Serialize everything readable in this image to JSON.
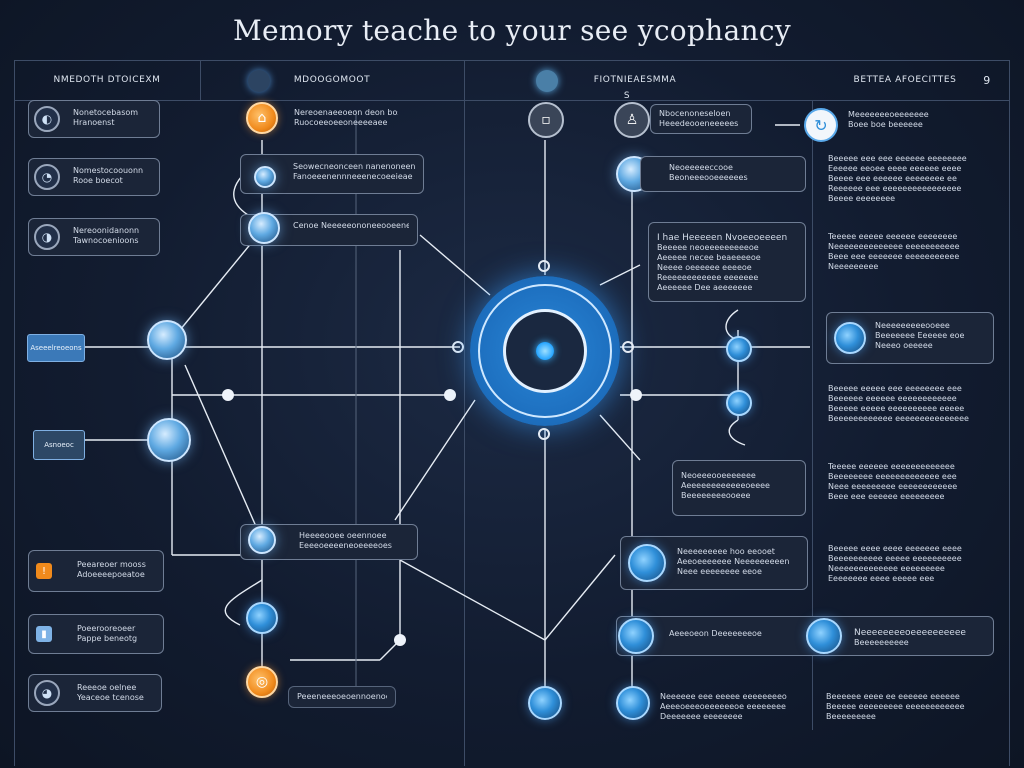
{
  "title": "Memory teache to your see ycophancy",
  "headers": {
    "col1": "NMEDOTH DTOICEXM",
    "col2": "MDOOGOMOOT",
    "col3": "FIOTNIEAESMMA",
    "col3_sub": "S",
    "col4": "BETTEA AFOECITTES",
    "col4_mark": "9"
  },
  "left_cards": [
    {
      "l1": "Nonetocebasom",
      "l2": "Hranoenst"
    },
    {
      "l1": "Nomestocoouonn",
      "l2": "Rooe boecot"
    },
    {
      "l1": "Nereoonidanonn",
      "l2": "Tawnocoenioons"
    }
  ],
  "left_badges": [
    "Aseeelreoeons",
    "Asnoeoc"
  ],
  "left_bottom_cards": [
    {
      "l1": "Peeareoer mooss",
      "l2": "Adoeeeepoeatoe"
    },
    {
      "l1": "Poeerooreoeer",
      "l2": "Pappe beneotg"
    },
    {
      "l1": "Reeeoe oelnee",
      "l2": "Yeaceoe tcenose"
    }
  ],
  "col2_cards": [
    {
      "l1": "Nereoenaeeoeon deon  bos",
      "l2": "Ruocoeeoeeoneeeeaee"
    },
    {
      "l1": "Seowecneonceen nanenoneene",
      "l2": "Fanoeeenennneeenecoeeieae"
    },
    {
      "l1": "Cenoe  Neeeeeononeeooeene",
      "l2": ""
    },
    {
      "l1": "Heeeeooee oeennoee",
      "l2": "Eeeeoeeeeneoeeeeoes"
    },
    {
      "l1": "Peeeneeeoeoennoenoe",
      "l2": ""
    }
  ],
  "col3_cards": [
    {
      "l1": "Nbocenoneseloen",
      "l2": "Heeedeooeneeeees"
    },
    {
      "l1": "Neoeeeeeccooe",
      "l2": "Beoneeeooeeeeees"
    },
    {
      "l1": "I hae Heeeeen Nvoeeoeeeen",
      "l2": "Beeeee neoeeeeeeeeeoe",
      "l3": "Aeeeee necee beaeeeeoe",
      "l4": "Neeee oeeeeee eeeeoe",
      "l5": "Reeeeeeeeeeee eeeeeee",
      "l6": "Aeeeeee Dee aeeeeeee"
    },
    {
      "l1": "Neoeeeooeeeeeee",
      "l2": "Aeeeeeeeeeeeeoeeee",
      "l3": "Beeeeeeeeooeee"
    },
    {
      "l1": "Neeeeeeeee hoo  eeooet",
      "l2": "Aeeoeeeeeee  Neeeeeeeeen",
      "l3": "Neee  eeeeeeee eeoe"
    },
    {
      "l1": "Aeeeoeon Deeeeeeeoe"
    },
    {
      "l1": "Neeeeee eee  eeeee eeeeeeeeo",
      "l2": "Aeeeoeeeoeeeeeeoe  eeeeeeee",
      "l3": "Deeeeeee eeeeeeee"
    }
  ],
  "col4_cards": [
    {
      "l1": "Meeeeeeeoeeeeeee",
      "l2": "Boee boe beeeeee"
    },
    {
      "l1": "Neeeeeeeeeooeee",
      "l2": "Beeeeeee Eeeeee  eoe",
      "l3": "Neeeo  oeeeee"
    },
    {
      "l1": "Neeeeeeeeoeeeeeeeeee",
      "l2": "Beeeeeeeeee"
    }
  ],
  "col4_text": [
    {
      "l1": "Beeeee eee eee eeeeee eeeeeeee",
      "l2": "Eeeeee eeoee eeee eeeeee eeee",
      "l3": "Beeee eee eeeeee  eeeeeeee ee",
      "l4": "Reeeeee  eee eeeeeeeeeeeeeeee",
      "l5": "Beeee eeeeeeee"
    },
    {
      "l1": "Teeeee eeeee eeeeee eeeeeeee",
      "l2": "Neeeeeeeeeeeeee eeeeeeeeeee",
      "l3": "Beee eee eeeeeee eeeeeeeeeee",
      "l4": "Neeeeeeeee"
    },
    {
      "l1": "Beeeee eeeee eee eeeeeeee eee",
      "l2": "Beeeeee eeeeee  eeeeeeeeeeee",
      "l3": "Beeeee eeeee eeeeeeeeee eeeee",
      "l4": "Beeeeeeeeeeee eeeeeeeeeeeeeee"
    },
    {
      "l1": "Teeeee eeeeee eeeeeeeeeeeee",
      "l2": "Beeeeeeee eeeeeeeeeeeee eee",
      "l3": "Neee eeeeeeeee eeeeeeeeeeee",
      "l4": "Beee eee  eeeeee eeeeeeeee"
    },
    {
      "l1": "Beeeee eeee eeee eeeeeee eeee",
      "l2": "Beeeeeeeeee eeeee eeeeeeeeee",
      "l3": "Neeeeeeeeeeeee eeeeeeeee",
      "l4": "Eeeeeeee eeee eeeee eee"
    },
    {
      "l1": "Beeeeee eeee  ee eeeeee eeeeee",
      "l2": "Beeeee eeeeeeeee eeeeeeeeeeee",
      "l3": "Beeeeeeeee"
    }
  ],
  "colors": {
    "accent": "#2f8fd9",
    "orange": "#f08a1c",
    "panel": "#1b2538",
    "line": "#e6ecf4"
  }
}
